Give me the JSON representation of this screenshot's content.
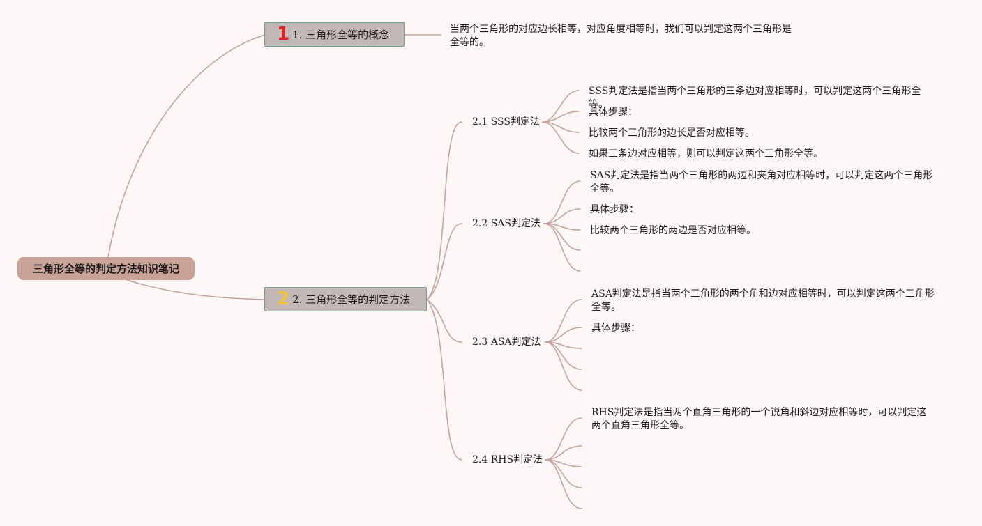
{
  "root": {
    "label": "三角形全等的判定方法知识笔记"
  },
  "colors": {
    "background": "#fdf8f7",
    "connector": "#c4a49a",
    "root_fill": "#c9a297",
    "main_fill": "#c3b8b5",
    "main_border": "#6f9f8b",
    "marker_1": "#d8232a",
    "marker_2": "#f0c33c"
  },
  "topics": [
    {
      "marker": "1",
      "label": "1. 三角形全等的概念",
      "note": "当两个三角形的对应边长相等，对应角度相等时，我们可以判定这两个三角形是全等的。"
    },
    {
      "marker": "2",
      "label": "2. 三角形全等的判定方法",
      "subtopics": [
        {
          "label": "2.1 SSS判定法",
          "leaves": [
            "SSS判定法是指当两个三角形的三条边对应相等时，可以判定这两个三角形全等。",
            "具体步骤：",
            "比较两个三角形的边长是否对应相等。",
            "如果三条边对应相等，则可以判定这两个三角形全等。"
          ]
        },
        {
          "label": "2.2 SAS判定法",
          "leaves": [
            "SAS判定法是指当两个三角形的两边和夹角对应相等时，可以判定这两个三角形全等。",
            "具体步骤：",
            "比较两个三角形的两边是否对应相等。",
            "",
            ""
          ]
        },
        {
          "label": "2.3 ASA判定法",
          "leaves": [
            "ASA判定法是指当两个三角形的两个角和边对应相等时，可以判定这两个三角形全等。",
            "具体步骤：",
            "",
            "",
            ""
          ]
        },
        {
          "label": "2.4 RHS判定法",
          "leaves": [
            "RHS判定法是指当两个直角三角形的一个锐角和斜边对应相等时，可以判定这两个直角三角形全等。",
            "",
            "",
            "",
            ""
          ]
        }
      ]
    }
  ]
}
